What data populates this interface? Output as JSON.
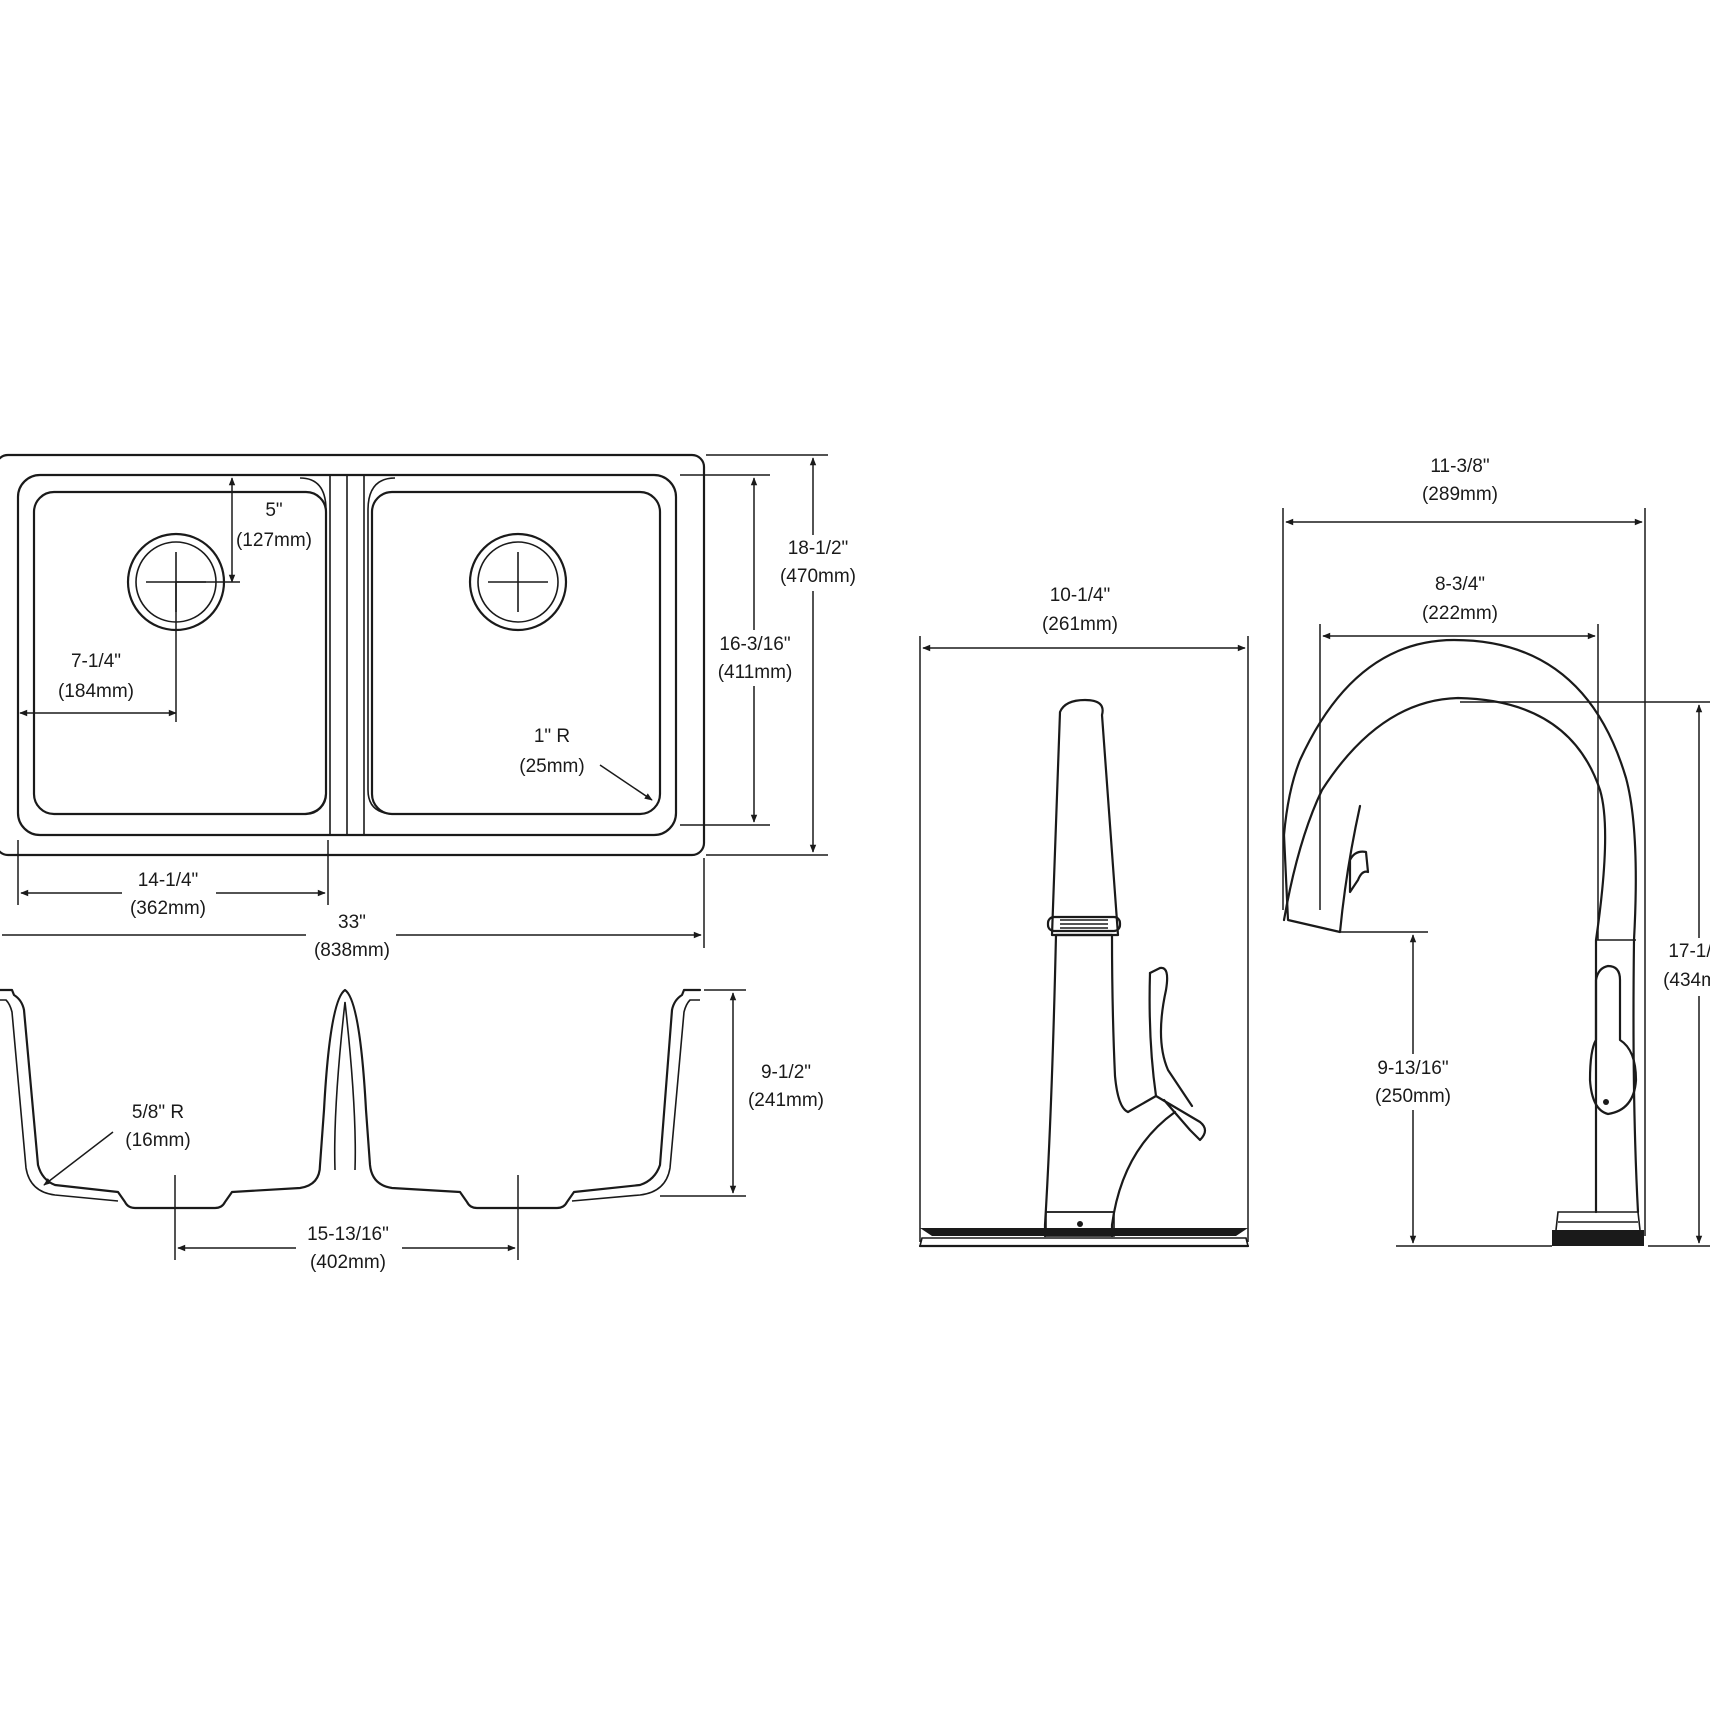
{
  "sink_top_view": {
    "drain_offset_top": {
      "in": "5\"",
      "mm": "(127mm)"
    },
    "drain_offset_side": {
      "in": "7-1/4\"",
      "mm": "(184mm)"
    },
    "bowl_width": {
      "in": "14-1/4\"",
      "mm": "(362mm)"
    },
    "overall_width": {
      "in": "33\"",
      "mm": "(838mm)"
    },
    "overall_depth": {
      "in": "18-1/2\"",
      "mm": "(470mm)"
    },
    "bowl_depth": {
      "in": "16-3/16\"",
      "mm": "(411mm)"
    },
    "corner_radius": {
      "in": "1\" R",
      "mm": "(25mm)"
    }
  },
  "sink_section_view": {
    "bottom_radius": {
      "in": "5/8\" R",
      "mm": "(16mm)"
    },
    "bowl_height": {
      "in": "9-1/2\"",
      "mm": "(241mm)"
    },
    "drain_spacing": {
      "in": "15-13/16\"",
      "mm": "(402mm)"
    }
  },
  "faucet_front_view": {
    "deck_plate_width": {
      "in": "10-1/4\"",
      "mm": "(261mm)"
    }
  },
  "faucet_side_view": {
    "overall_reach": {
      "in": "11-3/8\"",
      "mm": "(289mm)"
    },
    "spout_reach": {
      "in": "8-3/4\"",
      "mm": "(222mm)"
    },
    "spout_clearance": {
      "in": "9-13/16\"",
      "mm": "(250mm)"
    },
    "overall_height": {
      "in": "17-1/",
      "mm": "(434m"
    }
  },
  "colors": {
    "line": "#1a1a1a",
    "background": "#ffffff"
  }
}
